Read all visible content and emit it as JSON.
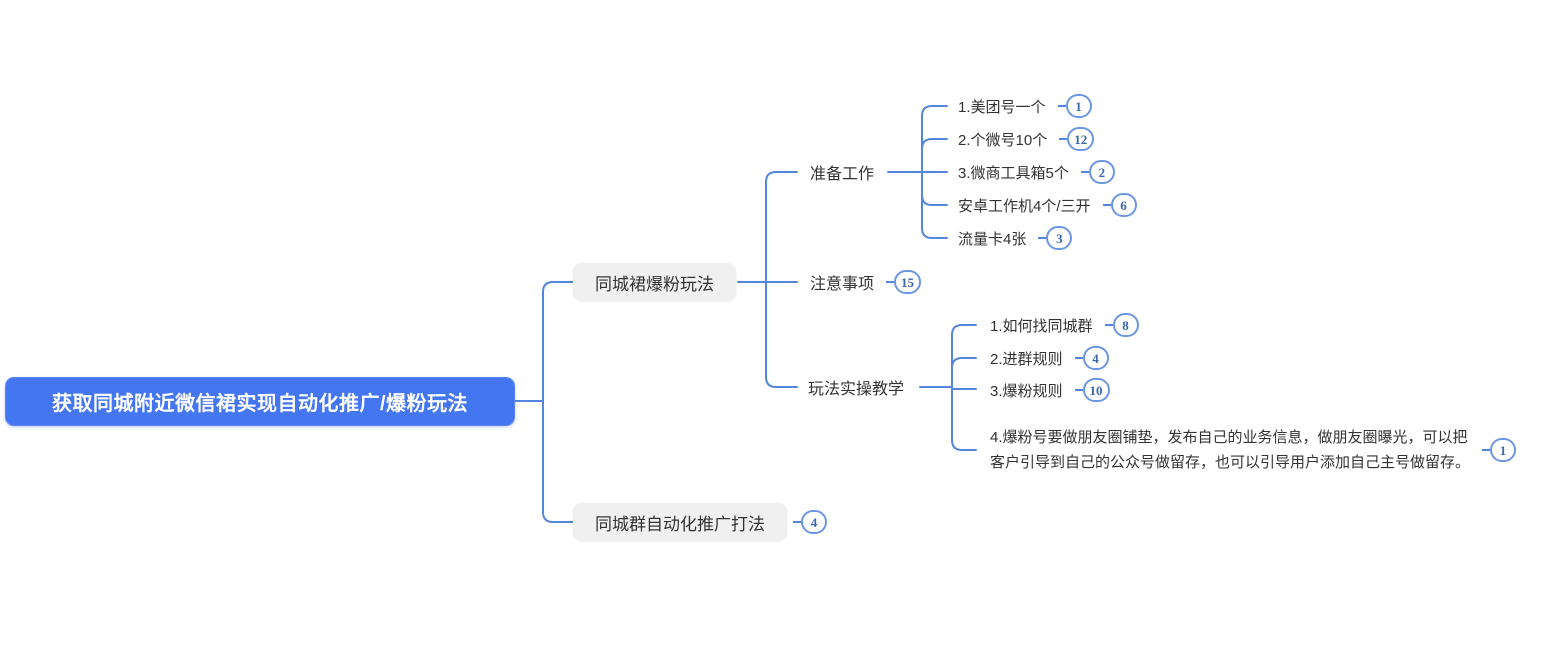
{
  "colors": {
    "root_bg": "#4476F2",
    "root_text": "#ffffff",
    "connector_line": "#5586DD",
    "badge_border": "#6C96E3",
    "badge_text": "#3A66B0",
    "topic_gray_bg": "#F0F0F1",
    "topic_text": "#333333",
    "canvas_bg": "#ffffff"
  },
  "mindmap": {
    "root": {
      "label": "获取同城附近微信裙实现自动化推广/爆粉玩法"
    },
    "branches": [
      {
        "label": "同城裙爆粉玩法",
        "children": [
          {
            "label": "准备工作",
            "children": [
              {
                "label": "1.美团号一个",
                "badge": "1"
              },
              {
                "label": "2.个微号10个",
                "badge": "12"
              },
              {
                "label": "3.微商工具箱5个",
                "badge": "2"
              },
              {
                "label": "安卓工作机4个/三开",
                "badge": "6"
              },
              {
                "label": "流量卡4张",
                "badge": "3"
              }
            ]
          },
          {
            "label": "注意事项",
            "badge": "15"
          },
          {
            "label": "玩法实操教学",
            "children": [
              {
                "label": "1.如何找同城群",
                "badge": "8"
              },
              {
                "label": "2.进群规则",
                "badge": "4"
              },
              {
                "label": "3.爆粉规则",
                "badge": "10"
              },
              {
                "label": "4.爆粉号要做朋友圈铺垫，发布自己的业务信息，做朋友圈曝光，可以把客户引导到自己的公众号做留存，也可以引导用户添加自己主号做留存。",
                "badge": "1"
              }
            ]
          }
        ]
      },
      {
        "label": "同城群自动化推广打法",
        "badge": "4"
      }
    ]
  }
}
